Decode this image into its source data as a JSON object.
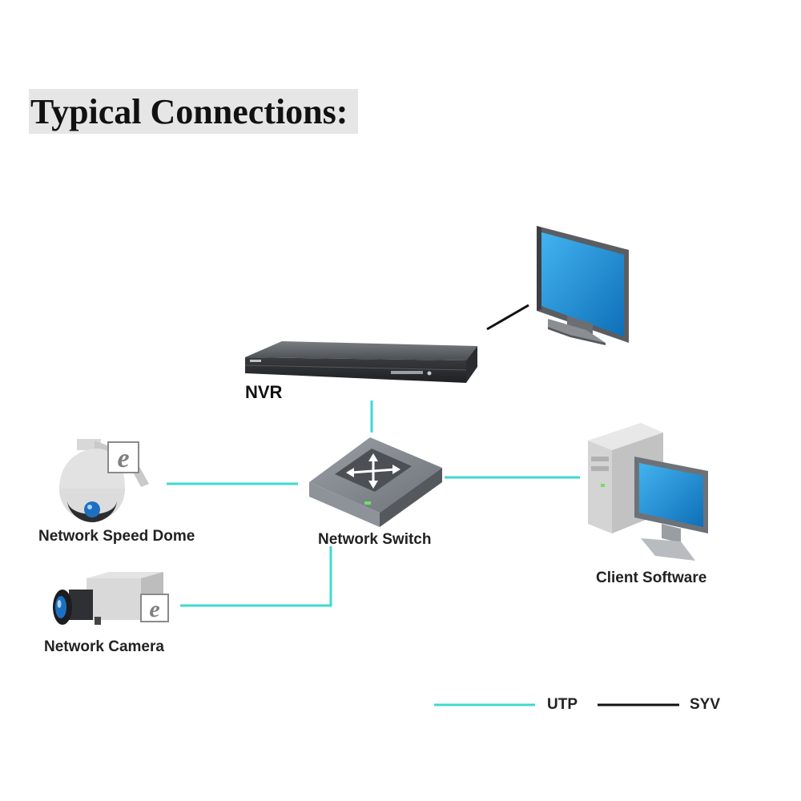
{
  "title": "Typical Connections:",
  "devices": {
    "nvr": "NVR",
    "speed_dome": "Network Speed Dome",
    "switch": "Network Switch",
    "client": "Client Software",
    "camera": "Network Camera"
  },
  "legend": {
    "utp": "UTP",
    "syv": "SYV"
  },
  "colors": {
    "utp_line": "#3fd9d0",
    "syv_line": "#111111",
    "screen_blue": "#1e8fd6"
  }
}
